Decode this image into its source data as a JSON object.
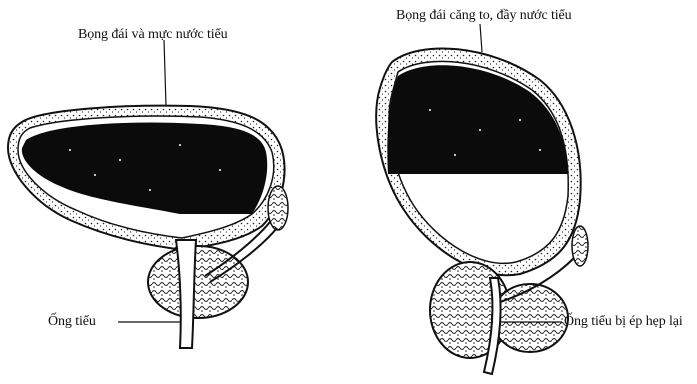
{
  "diagram": {
    "left_figure": {
      "label_top": "Bọng đái và mực nước tiểu",
      "label_bottom": "Ống tiểu"
    },
    "right_figure": {
      "label_top": "Bọng đái căng to, đầy nước tiểu",
      "label_side": "Ống tiểu bị ép hẹp lại"
    },
    "colors": {
      "ink": "#111111",
      "fill_dark": "#0b0b0b",
      "background": "#ffffff"
    }
  }
}
